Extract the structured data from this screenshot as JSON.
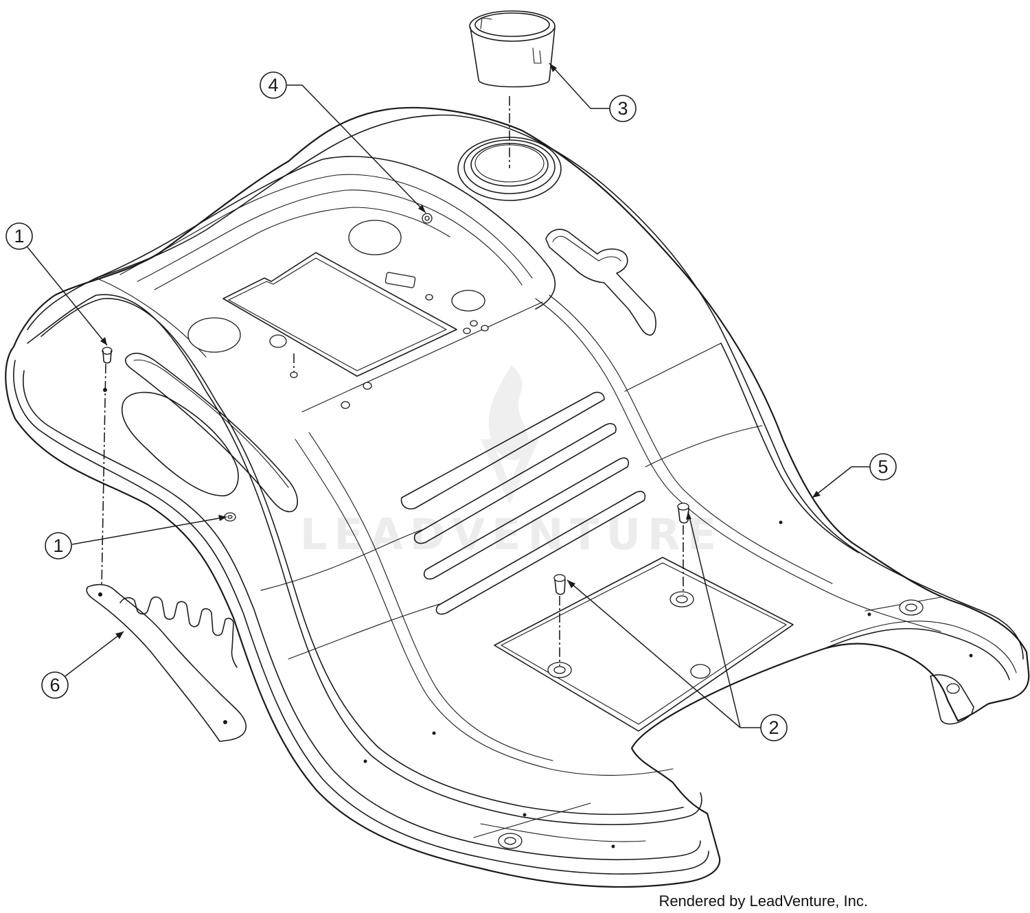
{
  "callouts": [
    {
      "id": "1",
      "label": "1"
    },
    {
      "id": "1b",
      "label": "1"
    },
    {
      "id": "2",
      "label": "2"
    },
    {
      "id": "3",
      "label": "3"
    },
    {
      "id": "4",
      "label": "4"
    },
    {
      "id": "5",
      "label": "5"
    },
    {
      "id": "6",
      "label": "6"
    }
  ],
  "watermark": "LEADVENTURE",
  "credit": "Rendered by LeadVenture, Inc.",
  "colors": {
    "line": "#1a1a1a",
    "background": "#ffffff",
    "watermark": "#ececec"
  }
}
